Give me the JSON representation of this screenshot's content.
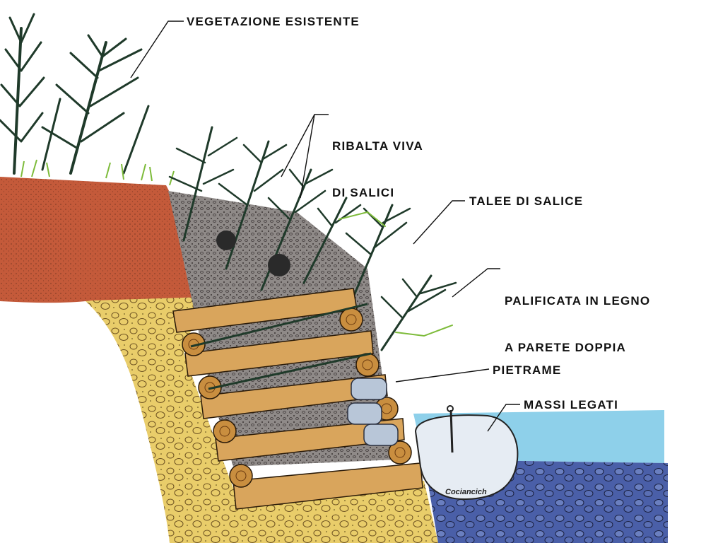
{
  "labels": {
    "vegetazione": "VEGETAZIONE ESISTENTE",
    "ribalta_line1": "RIBALTA VIVA",
    "ribalta_line2": "DI SALICI",
    "talee": "TALEE DI SALICE",
    "palificata_line1": "PALIFICATA IN LEGNO",
    "palificata_line2": "A PARETE DOPPIA",
    "pietrame": "PIETRAME",
    "massi": "MASSI LEGATI"
  },
  "signature": "Cociancich",
  "colors": {
    "soil": "#c45a3a",
    "gravel": "#e9cd6a",
    "fill_gray": "#8f8a88",
    "wood": "#d9a55c",
    "water": "#8ed0ea",
    "riverbed": "#4a5fa8",
    "boulder": "#e6ecf3",
    "stone": "#b8c6d8",
    "foliage": "#1f3a2a",
    "grass": "#7dbb3a"
  }
}
